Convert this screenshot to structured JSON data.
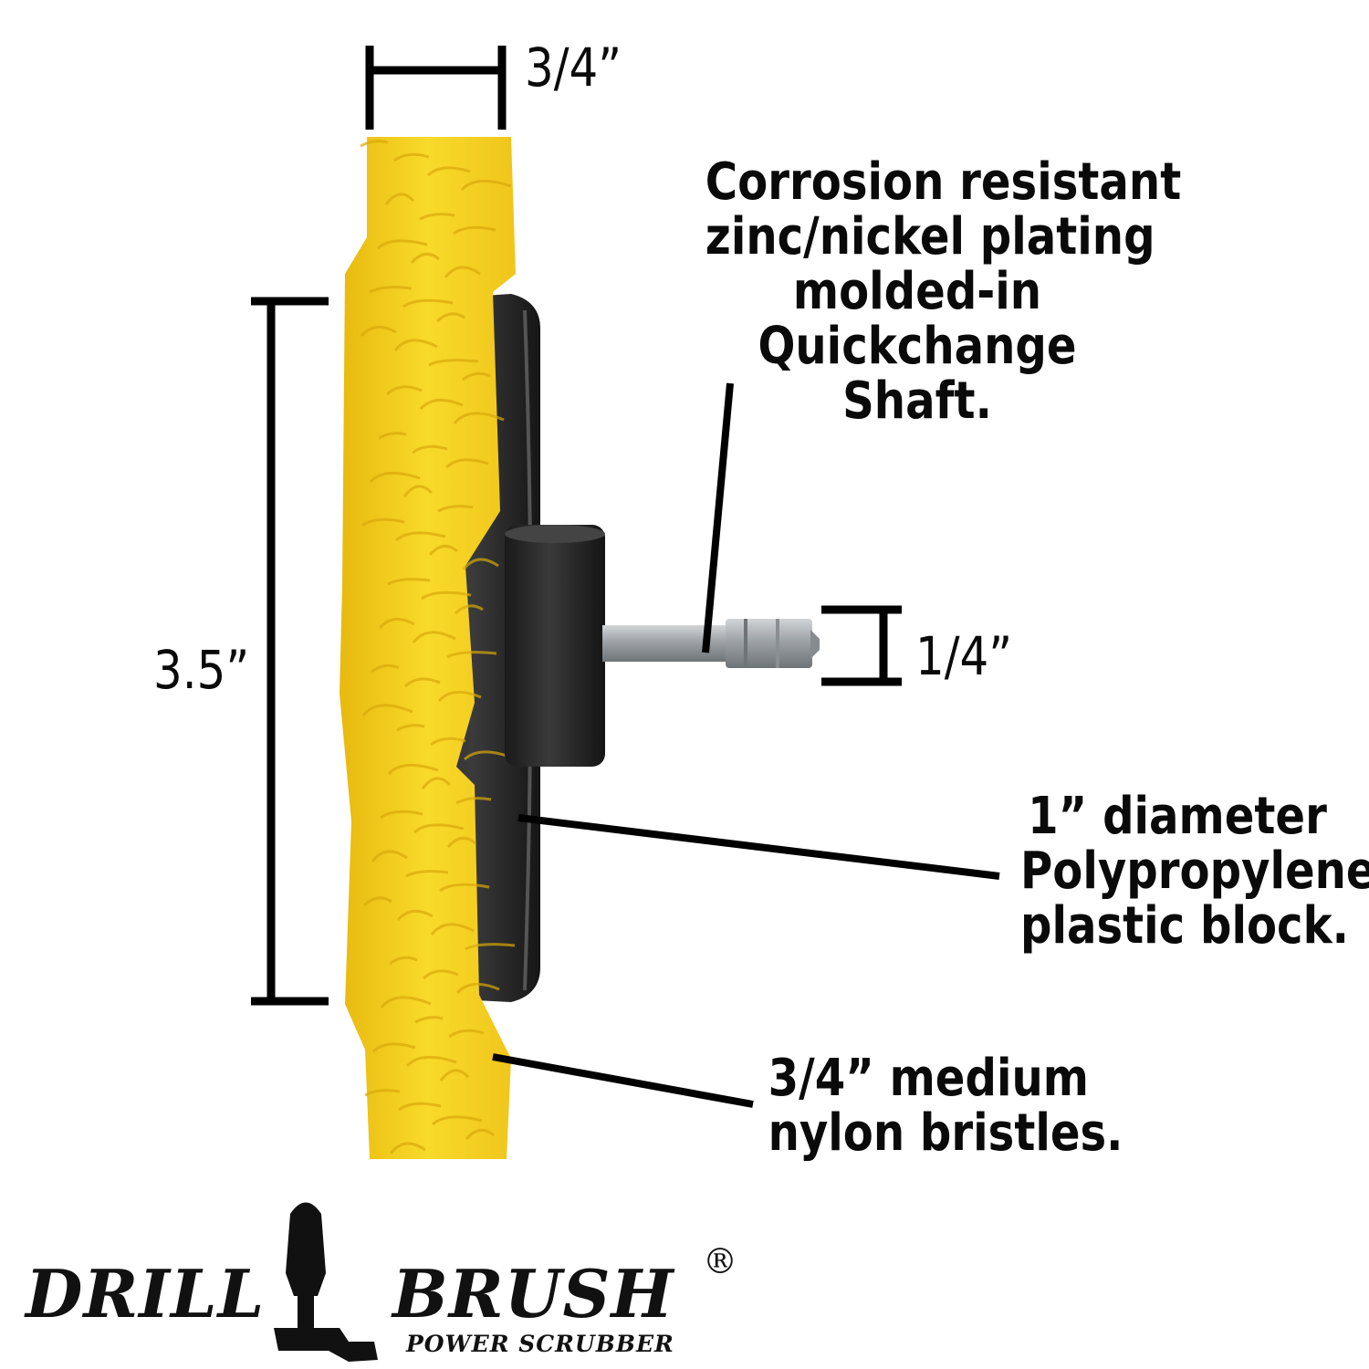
{
  "dimensions": {
    "width_top": "3/4”",
    "height_left": "3.5”",
    "shaft": "1/4”"
  },
  "callouts": {
    "shaft": [
      "Corrosion resistant",
      "zinc/nickel plating",
      "molded-in",
      "Quickchange",
      "Shaft."
    ],
    "block": [
      "1” diameter",
      "Polypropylene",
      "plastic block."
    ],
    "bristles": [
      "3/4” medium",
      "nylon bristles."
    ]
  },
  "brand": {
    "word1": "DRILL",
    "word2": "BRUSH",
    "tagline": "POWER SCRUBBER",
    "registered": "®"
  },
  "colors": {
    "bristle": "#f6d21a",
    "bristle_shadow": "#d9a90a",
    "block": "#1c1c1c",
    "shaft": "#a9adb0",
    "ink": "#000000"
  }
}
